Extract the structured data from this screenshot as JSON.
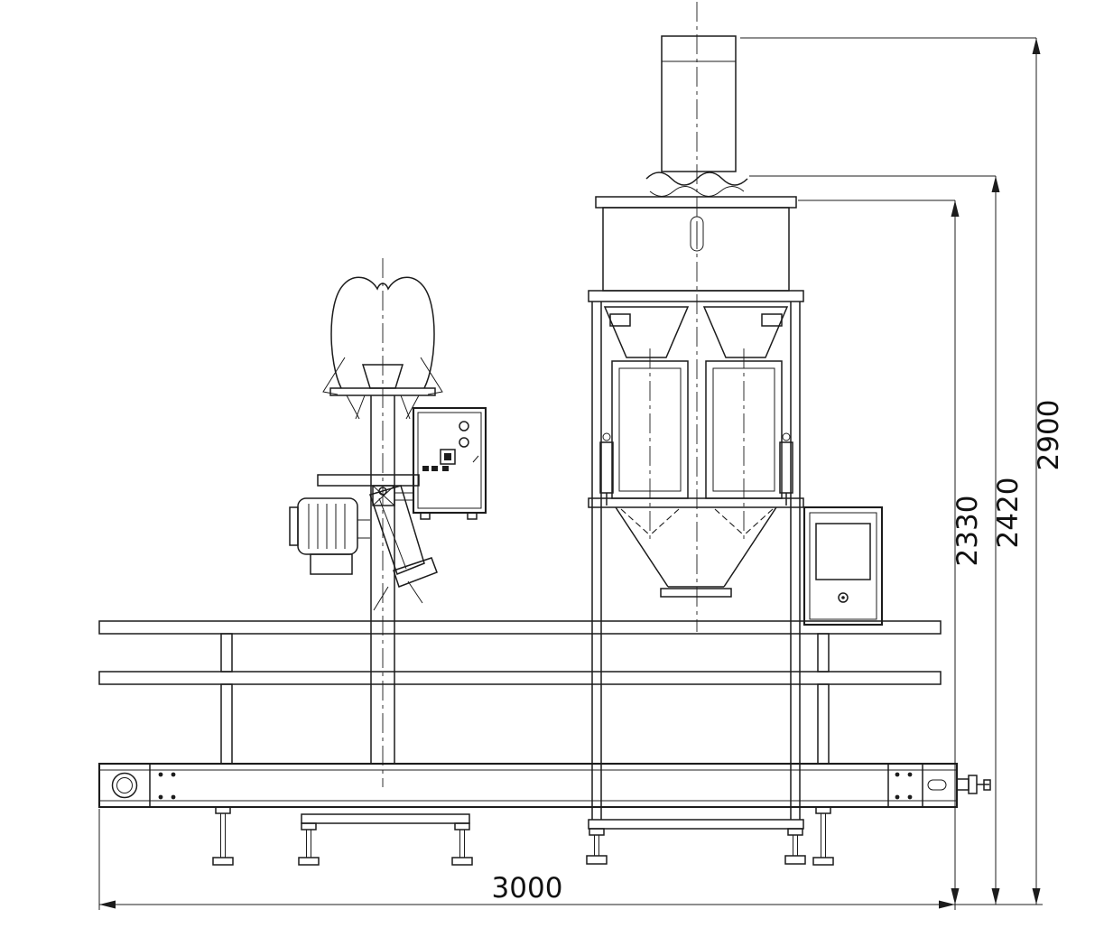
{
  "colors": {
    "line": "#1c1c1c",
    "background": "#ffffff"
  },
  "dimensions": {
    "overall_width": "3000",
    "height_to_hopper_top": "2330",
    "height_to_inlet_joint": "2420",
    "overall_height": "2900"
  }
}
